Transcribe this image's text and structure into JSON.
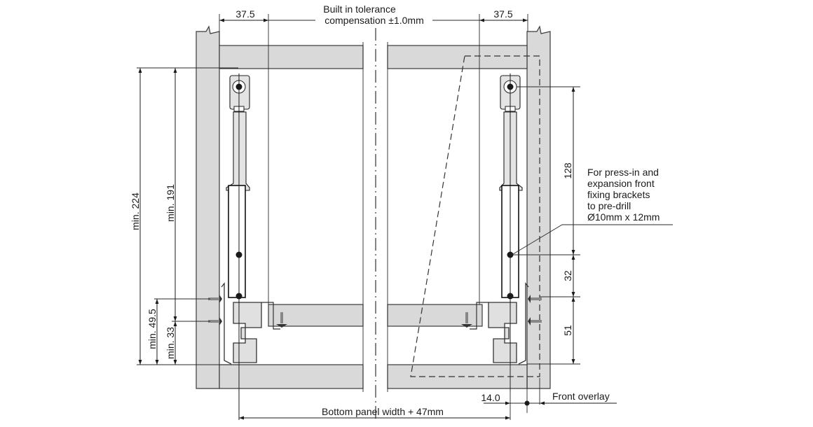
{
  "diagram": {
    "title": "Drawer runner installation dimensions (front view)",
    "labels": {
      "tolerance_line1": "Built in tolerance",
      "tolerance_line2": "compensation ±1.0mm",
      "left_offset": "37.5",
      "right_offset": "37.5",
      "min_224": "min. 224",
      "min_191": "min. 191",
      "min_49_5": "min. 49.5",
      "min_33": "min. 33",
      "dim_128": "128",
      "dim_32": "32",
      "dim_51": "51",
      "note_line1": "For press-in and",
      "note_line2": "expansion front",
      "note_line3": "fixing brackets",
      "note_line4": "to pre-drill",
      "note_line5": "Ø10mm  x  12mm",
      "dim_14": "14.0",
      "front_overlay": "Front overlay",
      "bottom_width": "Bottom panel width + 47mm"
    },
    "colors": {
      "panel_fill": "#d9d9d9",
      "line": "#1a1a1a",
      "background": "#ffffff"
    }
  }
}
